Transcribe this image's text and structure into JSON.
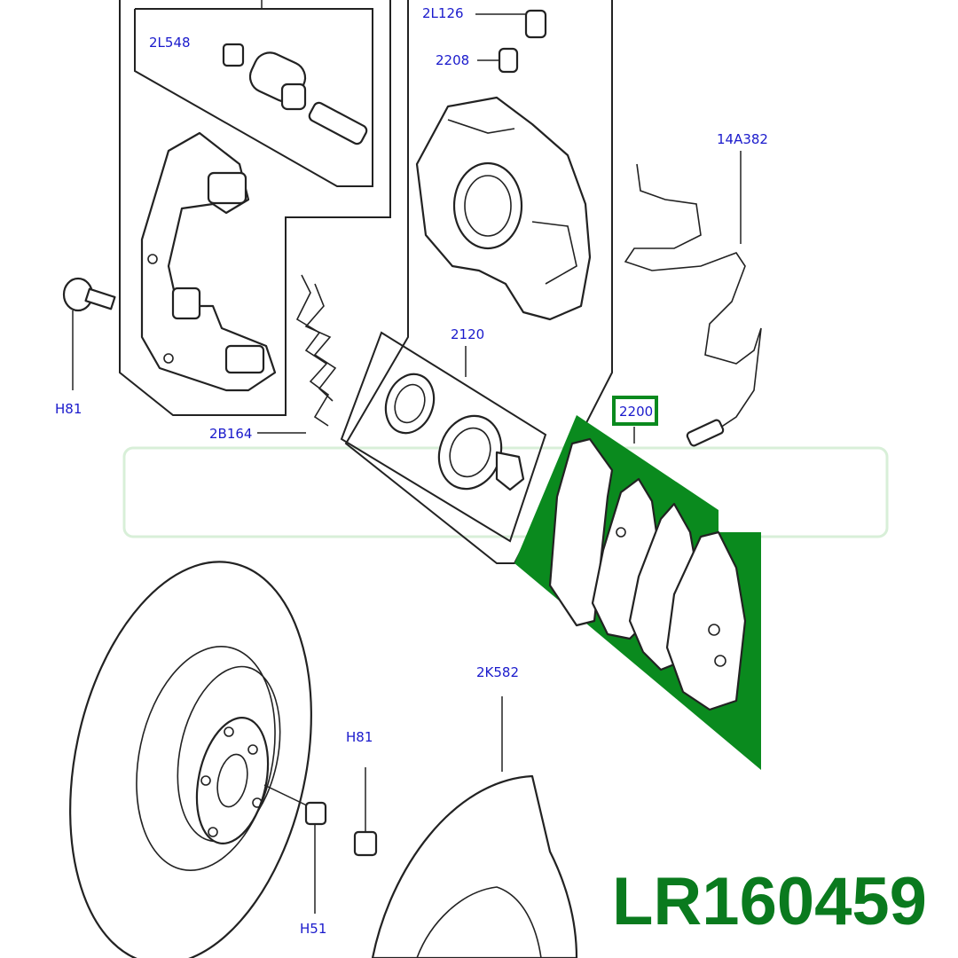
{
  "diagram": {
    "part_number": "LR160459",
    "highlight_color": "#0a8a1e",
    "callout_color": "#1a1acc",
    "highlighted_callout": "2200",
    "callouts": [
      {
        "id": "2L548",
        "text": "2L548"
      },
      {
        "id": "2L126",
        "text": "2L126"
      },
      {
        "id": "2208",
        "text": "2208"
      },
      {
        "id": "14A382",
        "text": "14A382"
      },
      {
        "id": "H81",
        "text": "H81"
      },
      {
        "id": "2120",
        "text": "2120"
      },
      {
        "id": "2B164",
        "text": "2B164"
      },
      {
        "id": "2200",
        "text": "2200"
      },
      {
        "id": "2K582",
        "text": "2K582"
      },
      {
        "id": "H81b",
        "text": "H81"
      },
      {
        "id": "H51",
        "text": "H51"
      }
    ]
  }
}
